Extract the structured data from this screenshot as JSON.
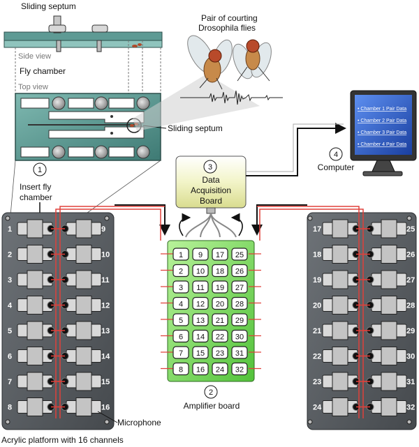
{
  "labels": {
    "sliding_septum_top": "Sliding septum",
    "pair_title_line1": "Pair of courting",
    "pair_title_line2": "Drosophila flies",
    "side_view": "Side view",
    "fly_chamber": "Fly chamber",
    "top_view": "Top view",
    "sliding_septum_side": "Sliding septum",
    "step1_number": "1",
    "step1_line1": "Insert fly",
    "step1_line2": "chamber",
    "step2_number": "2",
    "amplifier_board": "Amplifier board",
    "step3_number": "3",
    "daq_line1": "Data",
    "daq_line2": "Acquisition",
    "daq_line3": "Board",
    "step4_number": "4",
    "computer": "Computer",
    "microphone": "Microphone",
    "platform_caption": "Acrylic platform with 16 channels"
  },
  "monitor_items": [
    "Chamber 1 Pair Data",
    "Chamber 2 Pair Data",
    "Chamber 3 Pair Data",
    "Chamber 4 Pair Data"
  ],
  "left_platform_channels": [
    [
      "1",
      "9"
    ],
    [
      "2",
      "10"
    ],
    [
      "3",
      "11"
    ],
    [
      "4",
      "12"
    ],
    [
      "5",
      "13"
    ],
    [
      "6",
      "14"
    ],
    [
      "7",
      "15"
    ],
    [
      "8",
      "16"
    ]
  ],
  "right_platform_channels": [
    [
      "17",
      "25"
    ],
    [
      "18",
      "26"
    ],
    [
      "19",
      "27"
    ],
    [
      "20",
      "28"
    ],
    [
      "21",
      "29"
    ],
    [
      "22",
      "30"
    ],
    [
      "23",
      "31"
    ],
    [
      "24",
      "32"
    ]
  ],
  "amplifier_grid": [
    [
      "1",
      "9",
      "17",
      "25"
    ],
    [
      "2",
      "10",
      "18",
      "26"
    ],
    [
      "3",
      "11",
      "19",
      "27"
    ],
    [
      "4",
      "12",
      "20",
      "28"
    ],
    [
      "5",
      "13",
      "21",
      "29"
    ],
    [
      "6",
      "14",
      "22",
      "30"
    ],
    [
      "7",
      "15",
      "23",
      "31"
    ],
    [
      "8",
      "16",
      "24",
      "32"
    ]
  ],
  "colors": {
    "platform": "#555a5f",
    "chamber_plate": "#5e9a94",
    "daq_board": "#eef0b8",
    "amplifier": "#86e36e",
    "wire": "#e0403a",
    "monitor_screen": "#2f5fd0"
  }
}
